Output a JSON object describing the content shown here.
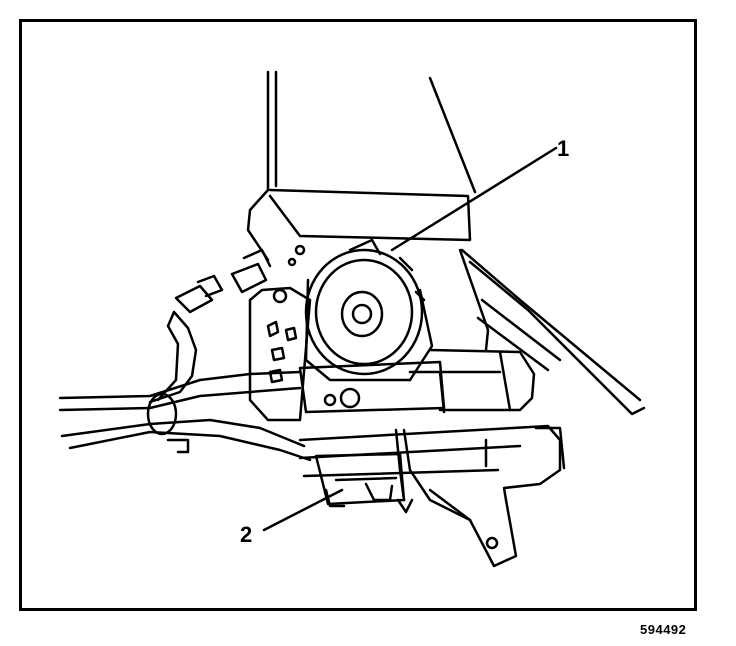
{
  "figure": {
    "callouts": [
      {
        "label": "1"
      },
      {
        "label": "2"
      }
    ],
    "figure_id": "594492"
  },
  "colors": {
    "line": "#000000",
    "background": "#ffffff"
  }
}
